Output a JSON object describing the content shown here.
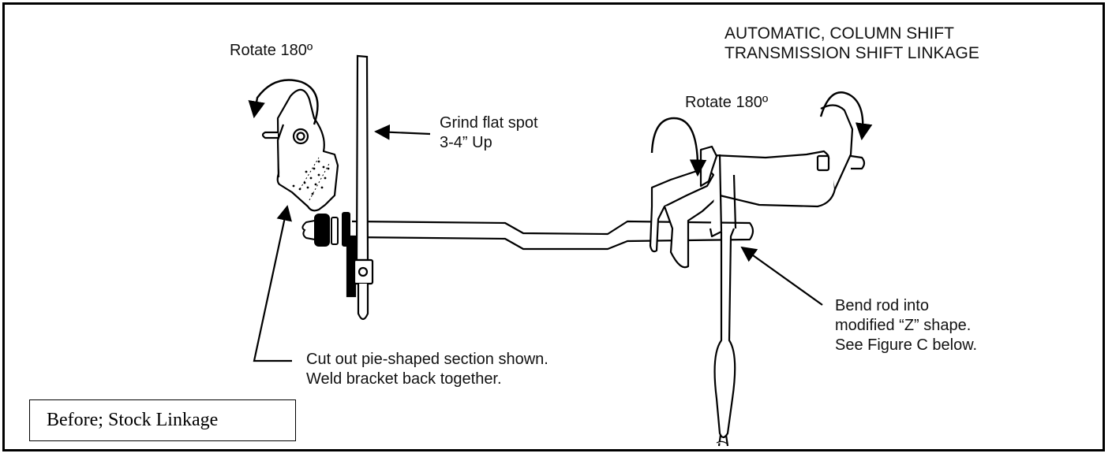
{
  "title": {
    "line1": "AUTOMATIC, COLUMN SHIFT",
    "line2": "TRANSMISSION SHIFT LINKAGE"
  },
  "labels": {
    "rotate_left": "Rotate 180º",
    "rotate_right": "Rotate 180º",
    "grind": {
      "line1": "Grind flat spot",
      "line2": "3-4” Up"
    },
    "cut": {
      "line1": "Cut out pie-shaped section shown.",
      "line2": "Weld bracket back together."
    },
    "bend": {
      "line1": "Bend rod into",
      "line2": "modified “Z” shape.",
      "line3": "See Figure C below."
    }
  },
  "caption": "Before; Stock Linkage"
}
